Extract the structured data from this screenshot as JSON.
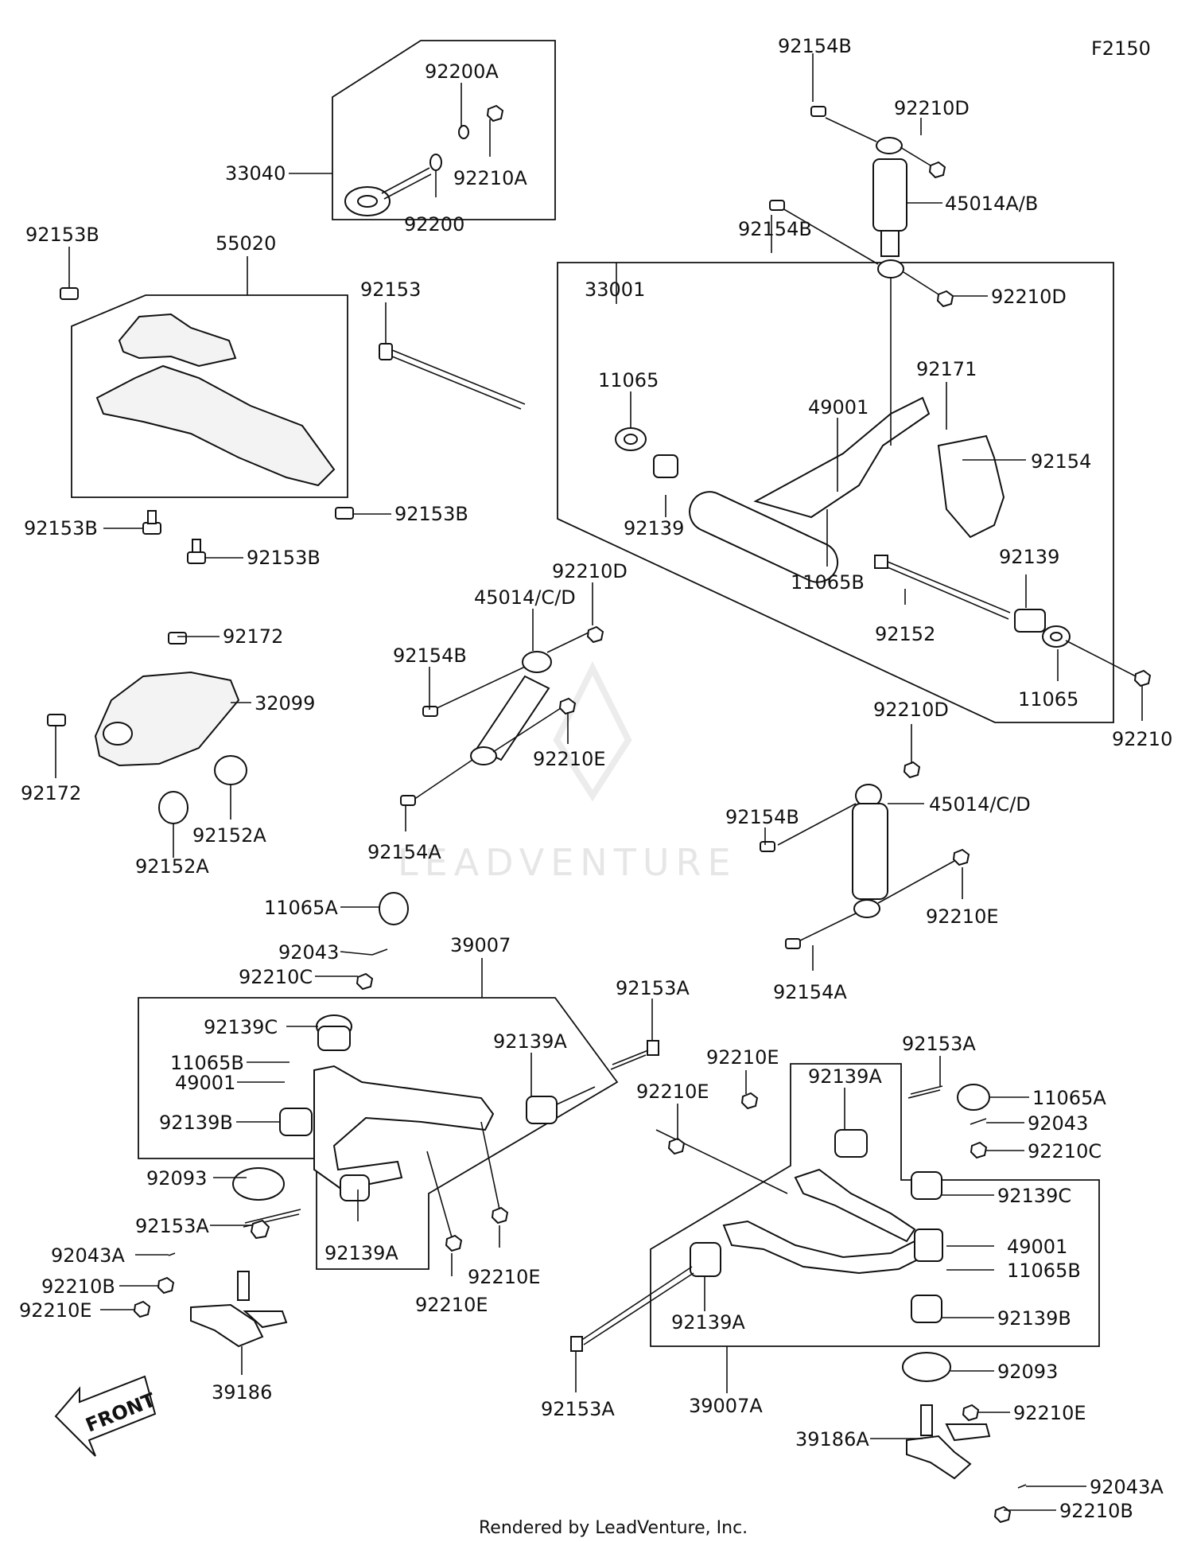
{
  "figure_code": "F2150",
  "watermark": "LEADVENTURE",
  "footer": "Rendered by LeadVenture, Inc.",
  "front_arrow": "FRONT",
  "labels": [
    {
      "key": "92154B_a",
      "text": "92154B"
    },
    {
      "key": "92210D_a",
      "text": "92210D"
    },
    {
      "key": "45014AB",
      "text": "45014A/B"
    },
    {
      "key": "92154B_b",
      "text": "92154B"
    },
    {
      "key": "92210D_b",
      "text": "92210D"
    },
    {
      "key": "92200A",
      "text": "92200A"
    },
    {
      "key": "33040",
      "text": "33040"
    },
    {
      "key": "92210A",
      "text": "92210A"
    },
    {
      "key": "92200",
      "text": "92200"
    },
    {
      "key": "92153B_a",
      "text": "92153B"
    },
    {
      "key": "55020",
      "text": "55020"
    },
    {
      "key": "92153",
      "text": "92153"
    },
    {
      "key": "33001",
      "text": "33001"
    },
    {
      "key": "11065_a",
      "text": "11065"
    },
    {
      "key": "92171",
      "text": "92171"
    },
    {
      "key": "49001_a",
      "text": "49001"
    },
    {
      "key": "92154",
      "text": "92154"
    },
    {
      "key": "92139_a",
      "text": "92139"
    },
    {
      "key": "11065B_a",
      "text": "11065B"
    },
    {
      "key": "92139_b",
      "text": "92139"
    },
    {
      "key": "92152",
      "text": "92152"
    },
    {
      "key": "11065_b",
      "text": "11065"
    },
    {
      "key": "92210",
      "text": "92210"
    },
    {
      "key": "92153B_b",
      "text": "92153B"
    },
    {
      "key": "92153B_c",
      "text": "92153B"
    },
    {
      "key": "92153B_d",
      "text": "92153B"
    },
    {
      "key": "92210D_c",
      "text": "92210D"
    },
    {
      "key": "45014CD_a",
      "text": "45014/C/D"
    },
    {
      "key": "92154B_c",
      "text": "92154B"
    },
    {
      "key": "92210E_a",
      "text": "92210E"
    },
    {
      "key": "92154A_a",
      "text": "92154A"
    },
    {
      "key": "92172_a",
      "text": "92172"
    },
    {
      "key": "32099",
      "text": "32099"
    },
    {
      "key": "92172_b",
      "text": "92172"
    },
    {
      "key": "92152A_a",
      "text": "92152A"
    },
    {
      "key": "92152A_b",
      "text": "92152A"
    },
    {
      "key": "92210D_d",
      "text": "92210D"
    },
    {
      "key": "92154B_d",
      "text": "92154B"
    },
    {
      "key": "45014CD_b",
      "text": "45014/C/D"
    },
    {
      "key": "92210E_b",
      "text": "92210E"
    },
    {
      "key": "92154A_b",
      "text": "92154A"
    },
    {
      "key": "11065A_a",
      "text": "11065A"
    },
    {
      "key": "92043_a",
      "text": "92043"
    },
    {
      "key": "92210C_a",
      "text": "92210C"
    },
    {
      "key": "39007",
      "text": "39007"
    },
    {
      "key": "92153A_a",
      "text": "92153A"
    },
    {
      "key": "92139C_a",
      "text": "92139C"
    },
    {
      "key": "11065B_b",
      "text": "11065B"
    },
    {
      "key": "49001_b",
      "text": "49001"
    },
    {
      "key": "92139A_a",
      "text": "92139A"
    },
    {
      "key": "92139B_a",
      "text": "92139B"
    },
    {
      "key": "92093_a",
      "text": "92093"
    },
    {
      "key": "92153A_b",
      "text": "92153A"
    },
    {
      "key": "92139A_b",
      "text": "92139A"
    },
    {
      "key": "92043A_a",
      "text": "92043A"
    },
    {
      "key": "92210B_a",
      "text": "92210B"
    },
    {
      "key": "92210E_c",
      "text": "92210E"
    },
    {
      "key": "92210E_d",
      "text": "92210E"
    },
    {
      "key": "92210E_e",
      "text": "92210E"
    },
    {
      "key": "39186",
      "text": "39186"
    },
    {
      "key": "92210E_f",
      "text": "92210E"
    },
    {
      "key": "92210E_g",
      "text": "92210E"
    },
    {
      "key": "92153A_c",
      "text": "92153A"
    },
    {
      "key": "92139A_c",
      "text": "92139A"
    },
    {
      "key": "11065A_b",
      "text": "11065A"
    },
    {
      "key": "92043_b",
      "text": "92043"
    },
    {
      "key": "92210C_b",
      "text": "92210C"
    },
    {
      "key": "92139C_b",
      "text": "92139C"
    },
    {
      "key": "49001_c",
      "text": "49001"
    },
    {
      "key": "11065B_c",
      "text": "11065B"
    },
    {
      "key": "92139B_b",
      "text": "92139B"
    },
    {
      "key": "92139A_d",
      "text": "92139A"
    },
    {
      "key": "92093_b",
      "text": "92093"
    },
    {
      "key": "92153A_d",
      "text": "92153A"
    },
    {
      "key": "39007A",
      "text": "39007A"
    },
    {
      "key": "92210E_h",
      "text": "92210E"
    },
    {
      "key": "39186A",
      "text": "39186A"
    },
    {
      "key": "92043A_b",
      "text": "92043A"
    },
    {
      "key": "92210B_b",
      "text": "92210B"
    }
  ]
}
